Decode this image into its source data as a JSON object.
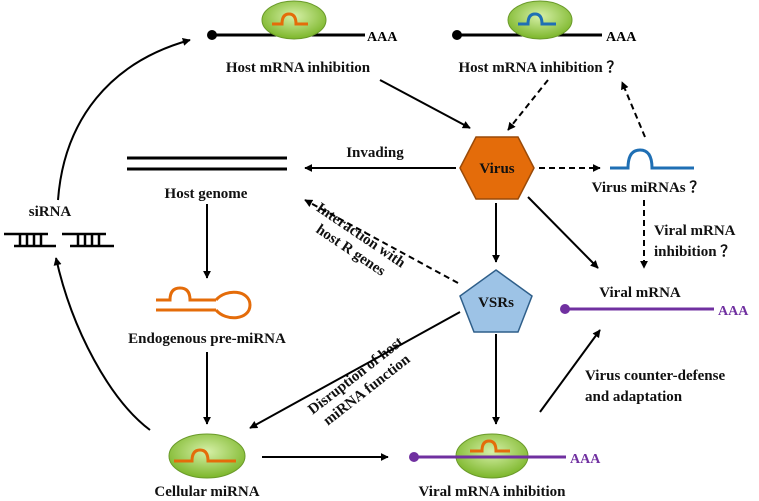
{
  "labels": {
    "host_mrna_inhibition": "Host mRNA inhibition",
    "host_mrna_inhibition_q": "Host mRNA inhibition ？",
    "invading": "Invading",
    "host_genome": "Host genome",
    "virus": "Virus",
    "virus_mirnas": "Virus miRNAs ？",
    "sirna": "siRNA",
    "interaction_line1": "Interaction with",
    "interaction_line2": "host R genes",
    "viral_mrna_inhibition_q_line1": "Viral  mRNA",
    "viral_mrna_inhibition_q_line2": "inhibition ？",
    "vsrs": "VSRs",
    "viral_mrna": "Viral mRNA",
    "endogenous_pre_mirna": "Endogenous pre-miRNA",
    "disruption_line1": "Disruption of host",
    "disruption_line2": "miRNA function",
    "counter_line1": "Virus counter-defense",
    "counter_line2": "and adaptation",
    "cellular_mirna": "Cellular miRNA",
    "viral_mrna_inhibition": "Viral mRNA inhibition",
    "poly_a": "AAA"
  },
  "colors": {
    "virus_fill": "#E46C0A",
    "vsrs_fill": "#9DC3E6",
    "ribosome_fill": "#92D050",
    "host_mirna": "#E46C0A",
    "virus_mirna": "#1F6FB4",
    "viral_mrna": "#7030A0",
    "line": "#000000"
  }
}
